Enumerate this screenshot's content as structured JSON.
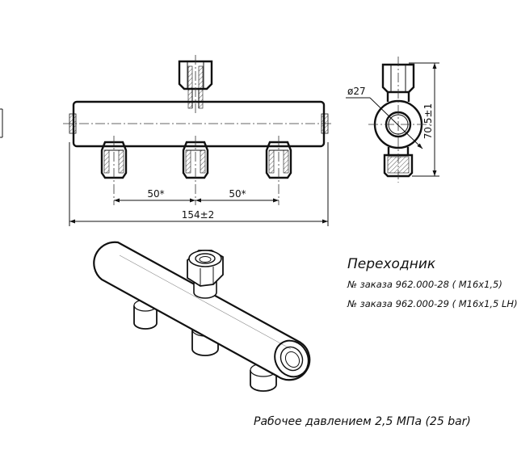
{
  "drawing": {
    "title": "Переходник",
    "order_lines": [
      "№ заказа 962.000-28 ( М16x1,5)",
      "№ заказа 962.000-29 ( М16x1,5 LH)"
    ],
    "pressure_note": "Рабочее давлением 2,5 МПа (25 bar)",
    "dimensions": {
      "spacing_left": "50*",
      "spacing_right": "50*",
      "overall_length": "154±2",
      "diameter": "ø27",
      "height": "70.5±1"
    }
  }
}
